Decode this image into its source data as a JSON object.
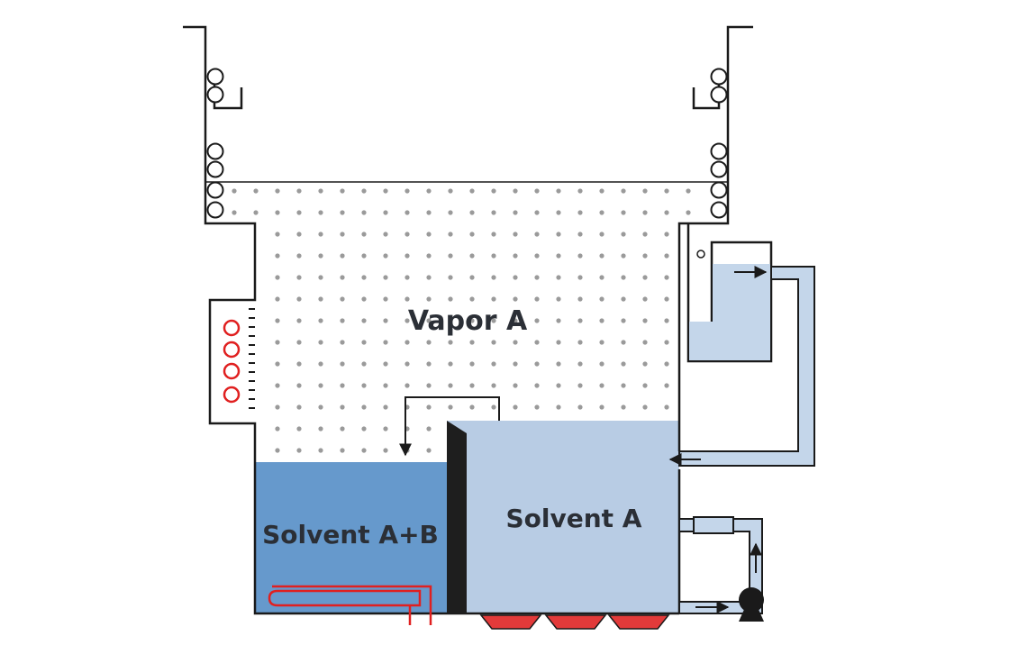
{
  "labels": {
    "vapor": "Vapor A",
    "solvent_ab": "Solvent A+B",
    "solvent_a": "Solvent A"
  },
  "colors": {
    "outline": "#1a1a1a",
    "solvent_ab_fill": "#6699cc",
    "solvent_a_fill": "#b8cce4",
    "condensate_fill": "#c4d6ea",
    "vapor_dot": "#9a9a9a",
    "heater": "#e02020",
    "heater_pad": "#e23a3a",
    "partition": "#1e1e1e"
  },
  "icons": {
    "cooling_coils": "coil-ring-icon",
    "heater": "heater-coil-icon",
    "pump": "pump-icon",
    "filter": "filter-icon",
    "flow": "arrow-icon"
  }
}
